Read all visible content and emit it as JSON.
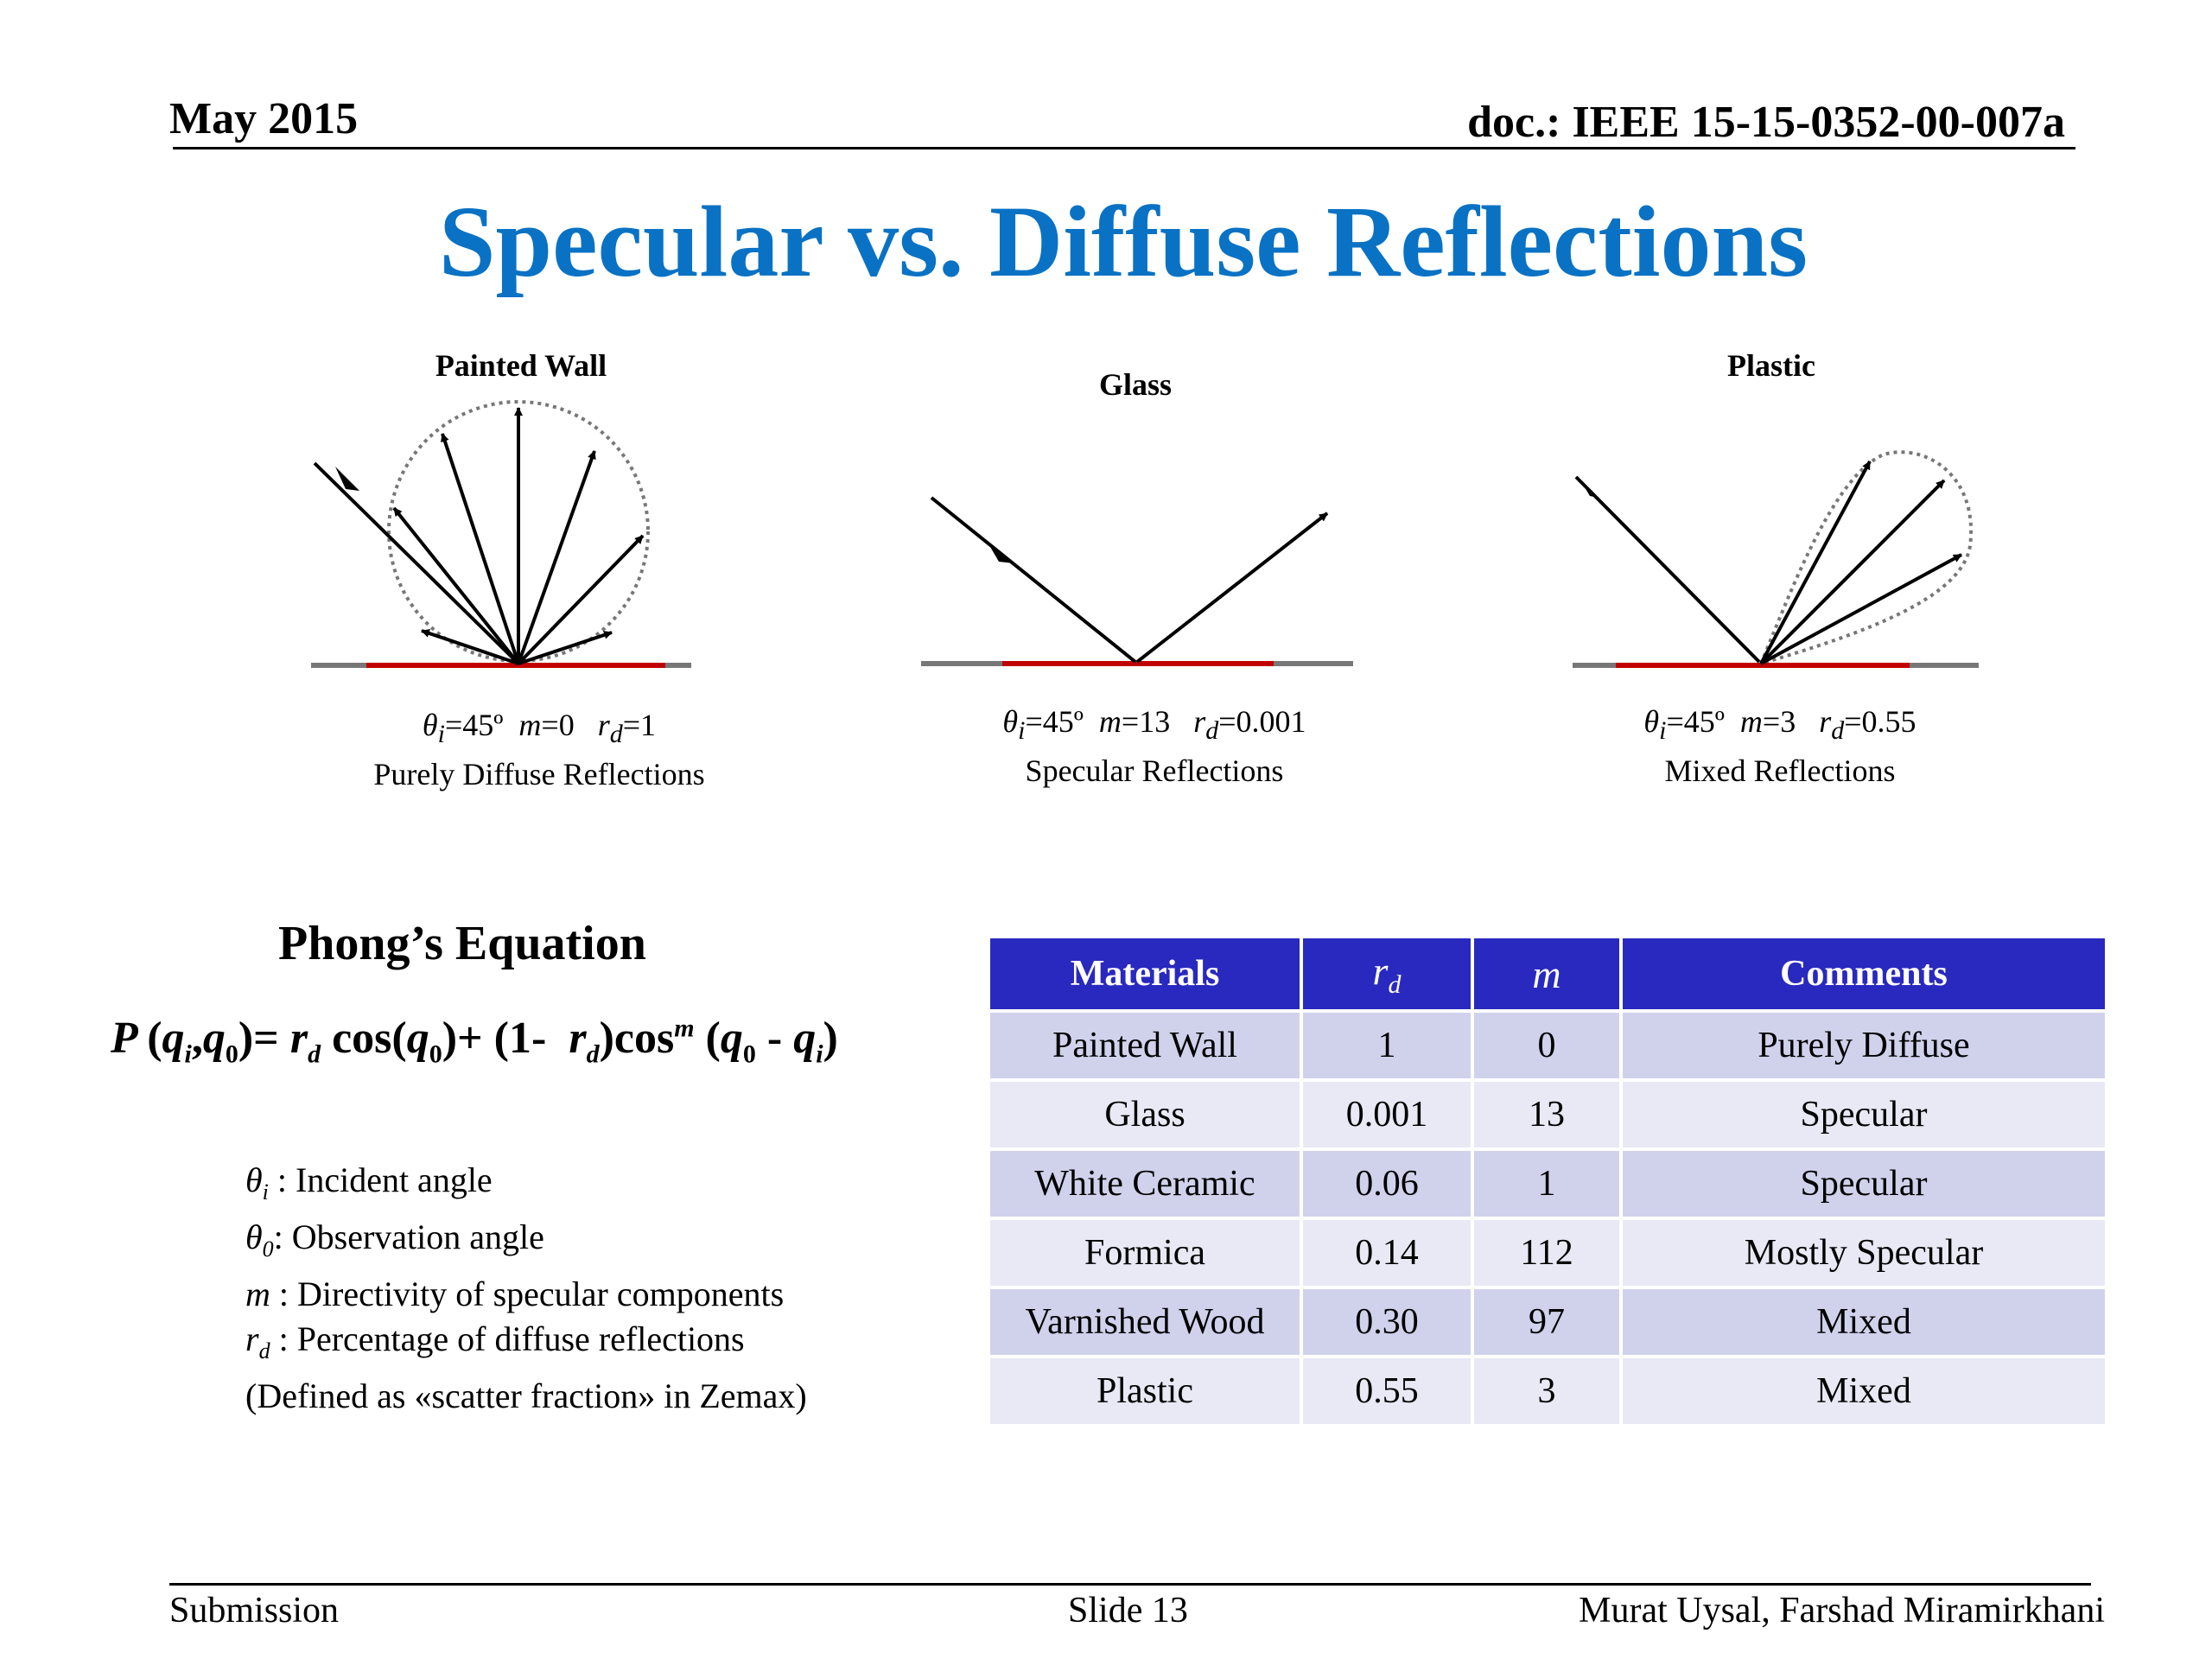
{
  "header": {
    "date": "May 2015",
    "doc": "doc.: IEEE 15-15-0352-00-007a"
  },
  "title": "Specular vs. Diffuse Reflections",
  "diagrams": [
    {
      "title": "Painted Wall",
      "params": {
        "theta": "θ",
        "theta_sub": "i",
        "theta_val": "=45º",
        "m": "m",
        "m_val": "=0",
        "r": "r",
        "r_sub": "d",
        "r_val": "=1"
      },
      "caption": "Purely Diffuse Reflections"
    },
    {
      "title": "Glass",
      "params": {
        "theta": "θ",
        "theta_sub": "i",
        "theta_val": "=45º",
        "m": "m",
        "m_val": "=13",
        "r": "r",
        "r_sub": "d",
        "r_val": "=0.001"
      },
      "caption": "Specular Reflections"
    },
    {
      "title": "Plastic",
      "params": {
        "theta": "θ",
        "theta_sub": "i",
        "theta_val": "=45º",
        "m": "m",
        "m_val": "=3",
        "r": "r",
        "r_sub": "d",
        "r_val": "=0.55"
      },
      "caption": "Mixed Reflections"
    }
  ],
  "phong": {
    "title": "Phong’s Equation",
    "equation": {
      "lhs_p": "P",
      "open": "(",
      "qi": "q",
      "i": "i",
      "comma": ",",
      "q0": "q",
      "zero": "0",
      "close": ")=",
      "rd": "r",
      "d": "d",
      "cos1": "cos",
      "part1": "(",
      "q0b": "q",
      "zerob": "0",
      "part2": ")+ (1-",
      "rd2": "r",
      "d2": "d",
      "cos2": ")cos",
      "m": "m",
      "part3": "(",
      "q0c": "q",
      "zeroc": "0",
      "minus": "-",
      "qic": "q",
      "ic": "i",
      "end": ")"
    },
    "definitions": [
      {
        "sym": "θ",
        "sub": "i",
        "text": " : Incident angle"
      },
      {
        "sym": "θ",
        "sub": "0",
        "text": ": Observation angle"
      },
      {
        "sym": "m",
        "sub": "",
        "text": " :  Directivity of specular components"
      },
      {
        "sym": "r",
        "sub": "d",
        "text": " :  Percentage of diffuse reflections"
      },
      {
        "sym": "",
        "sub": "",
        "text": "(Defined as «scatter fraction» in Zemax)"
      }
    ]
  },
  "table": {
    "headers": [
      "Materials",
      "r",
      "d",
      "m",
      "Comments"
    ],
    "rows": [
      [
        "Painted Wall",
        "1",
        "0",
        "Purely Diffuse"
      ],
      [
        "Glass",
        "0.001",
        "13",
        "Specular"
      ],
      [
        "White Ceramic",
        "0.06",
        "1",
        "Specular"
      ],
      [
        "Formica",
        "0.14",
        "112",
        "Mostly Specular"
      ],
      [
        "Varnished Wood",
        "0.30",
        "97",
        "Mixed"
      ],
      [
        "Plastic",
        "0.55",
        "3",
        "Mixed"
      ]
    ]
  },
  "footer": {
    "left": "Submission",
    "center": "Slide 13",
    "right": "Murat Uysal, Farshad Miramirkhani"
  },
  "colors": {
    "title": "#0a72c4",
    "table_header": "#2929bf",
    "row_odd": "#d0d2ec",
    "row_even": "#e8e9f5",
    "surface": "#c00000"
  }
}
